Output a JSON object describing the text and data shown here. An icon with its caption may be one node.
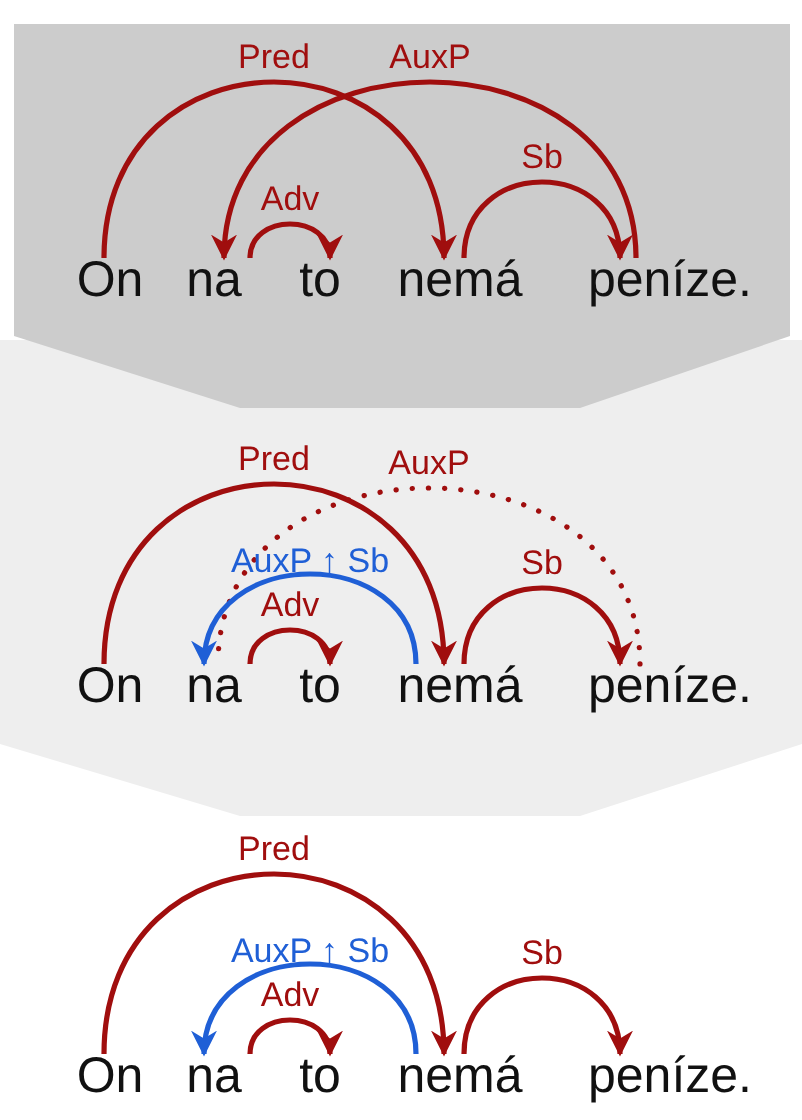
{
  "diagram": {
    "nodes": [
      {
        "text": [
          "On"
        ]
      },
      {
        "text": [
          "na"
        ]
      },
      {
        "text": [
          "to"
        ]
      },
      {
        "text": [
          "nemá"
        ]
      },
      {
        "text": [
          "peníze."
        ]
      },
      {
        "text": [
          "On"
        ]
      },
      {
        "text": [
          "na"
        ]
      },
      {
        "text": [
          "to"
        ]
      },
      {
        "text": [
          "nemá"
        ]
      },
      {
        "text": [
          "peníze."
        ]
      },
      {
        "text": [
          "On"
        ]
      },
      {
        "text": [
          "na"
        ]
      },
      {
        "text": [
          "to"
        ]
      },
      {
        "text": [
          "nemá"
        ]
      },
      {
        "text": [
          "peníze."
        ]
      }
    ],
    "edges": [
      {
        "from": 0,
        "to": 3,
        "arrow": "to",
        "label": "Pred"
      },
      {
        "from": 4,
        "to": 1,
        "arrow": "to",
        "label": "AuxP"
      },
      {
        "from": 1,
        "to": 2,
        "arrow": "to",
        "label": "Adv"
      },
      {
        "from": 3,
        "to": 4,
        "arrow": "to",
        "label": "Sb"
      },
      {
        "from": 5,
        "to": 8,
        "arrow": "to",
        "label": "Pred"
      },
      {
        "from": 9,
        "to": 6,
        "arrow": "none",
        "label": "AuxP",
        "style": "dashed"
      },
      {
        "from": 8,
        "to": 6,
        "arrow": "to",
        "label": "AuxP ↑ Sb",
        "color": "#1f5fd6"
      },
      {
        "from": 6,
        "to": 7,
        "arrow": "to",
        "label": "Adv"
      },
      {
        "from": 8,
        "to": 9,
        "arrow": "to",
        "label": "Sb"
      },
      {
        "from": 10,
        "to": 13,
        "arrow": "to",
        "label": "Pred"
      },
      {
        "from": 13,
        "to": 11,
        "arrow": "to",
        "label": "AuxP ↑ Sb",
        "color": "#1f5fd6"
      },
      {
        "from": 11,
        "to": 12,
        "arrow": "to",
        "label": "Adv"
      },
      {
        "from": 13,
        "to": 14,
        "arrow": "to",
        "label": "Sb"
      }
    ]
  }
}
